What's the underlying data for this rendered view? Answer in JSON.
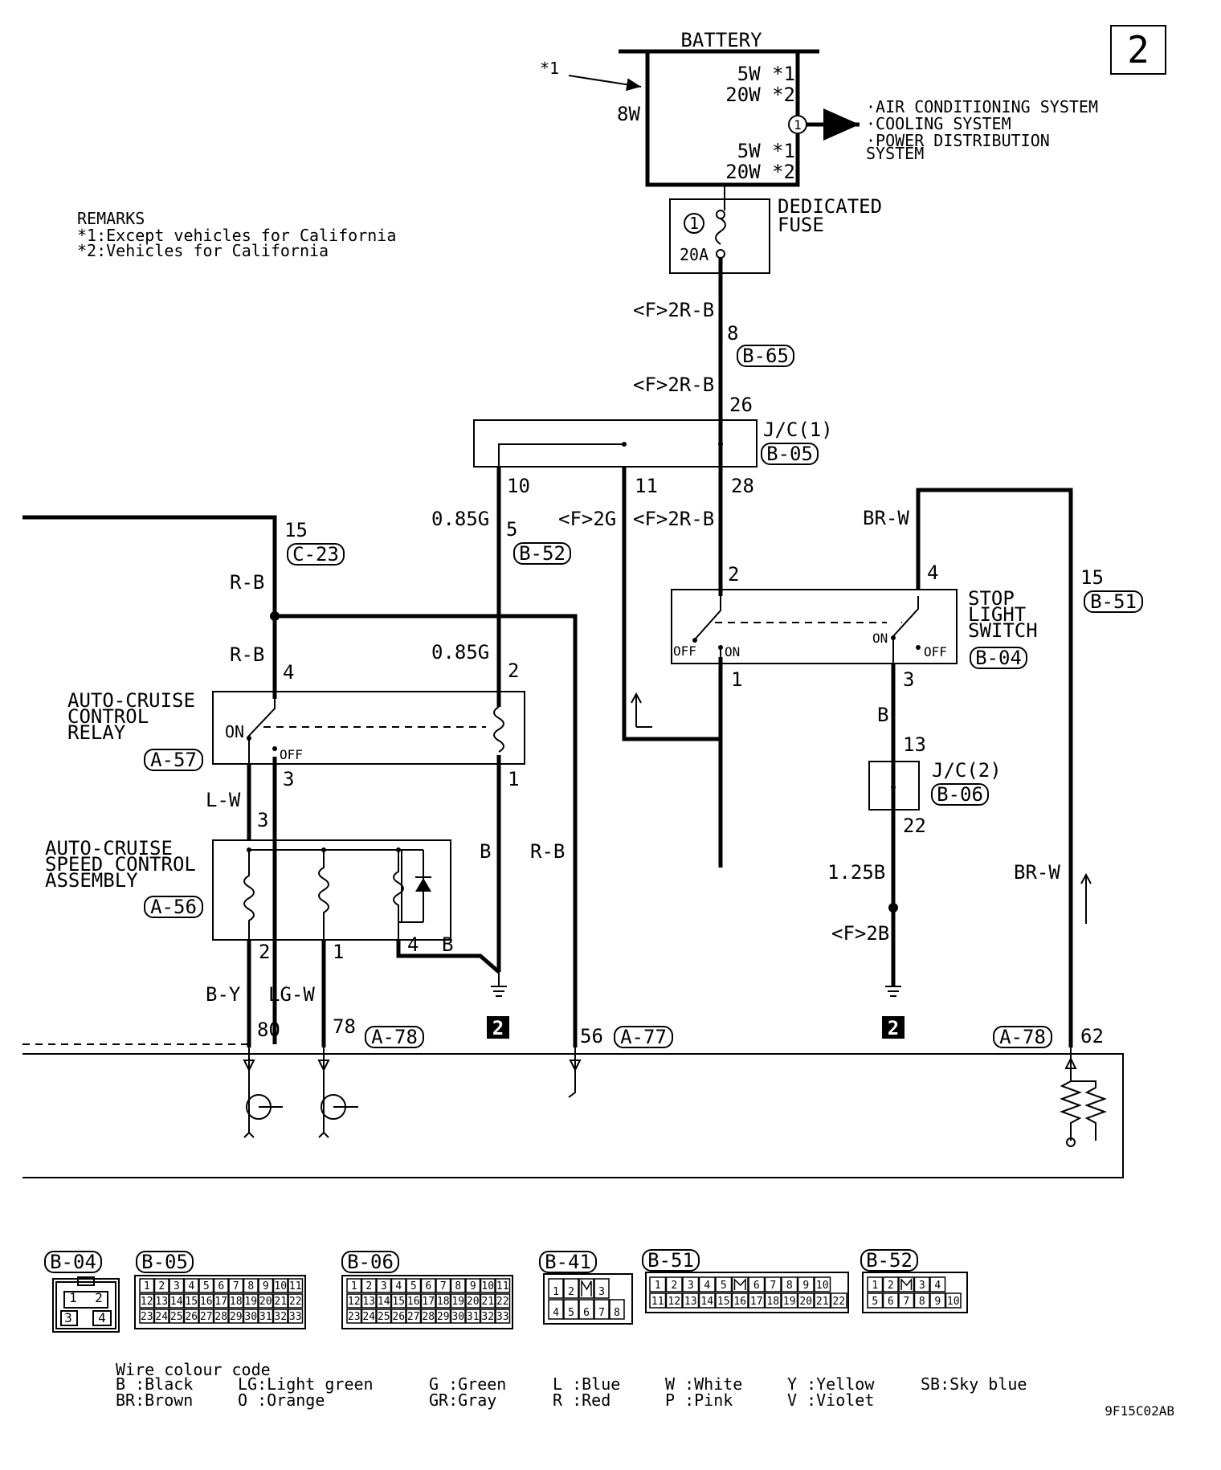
{
  "page_number": "2",
  "diagram_code": "9F15C02AB",
  "battery": {
    "label": "BATTERY",
    "star1": "*1",
    "wire_8w": "8W",
    "fusible_top": [
      "5W *1",
      "20W *2"
    ],
    "fusible_bottom": [
      "5W *1",
      "20W *2"
    ],
    "node_1": "1"
  },
  "destinations": [
    "·AIR CONDITIONING SYSTEM",
    "·COOLING SYSTEM",
    "·POWER DISTRIBUTION",
    " SYSTEM"
  ],
  "remarks": {
    "title": "REMARKS",
    "lines": [
      "*1:Except vehicles for California",
      "*2:Vehicles for California"
    ]
  },
  "dedicated_fuse": {
    "label": [
      "DEDICATED",
      "FUSE"
    ],
    "number": "1",
    "rating": "20A"
  },
  "connectors": {
    "B65": "B-65",
    "B05": "B-05",
    "B52": "B-52",
    "C23": "C-23",
    "B04": "B-04",
    "B06": "B-06",
    "B51": "B-51",
    "A57": "A-57",
    "A56": "A-56",
    "A78": "A-78",
    "A77": "A-77"
  },
  "jc1": "J/C(1)",
  "jc2": "J/C(2)",
  "wires": {
    "f2rb": "<F>2R-B",
    "f2g": "<F>2G",
    "g085": "0.85G",
    "rb": "R-B",
    "lw": "L-W",
    "by": "B-Y",
    "lgw": "LG-W",
    "b": "B",
    "brw": "BR-W",
    "b125": "1.25B",
    "f2b": "<F>2B"
  },
  "pins": {
    "p8": "8",
    "p26": "26",
    "p10": "10",
    "p11": "11",
    "p28": "28",
    "p15": "15",
    "p5": "5",
    "p2": "2",
    "p4": "4",
    "p1": "1",
    "p3": "3",
    "p13": "13",
    "p22": "22",
    "p80": "80",
    "p78": "78",
    "p56": "56",
    "p62": "62"
  },
  "components": {
    "relay": [
      "AUTO-CRUISE",
      "CONTROL",
      "RELAY"
    ],
    "assembly": [
      "AUTO-CRUISE",
      "SPEED CONTROL",
      "ASSEMBLY"
    ],
    "stop_switch": [
      "STOP",
      "LIGHT",
      "SWITCH"
    ],
    "on": "ON",
    "off": "OFF"
  },
  "ground_marker": "2",
  "connector_views": [
    {
      "id": "B-04",
      "rows": [
        [
          "1",
          "2"
        ],
        [
          "3",
          "4"
        ]
      ]
    },
    {
      "id": "B-05",
      "rows": [
        [
          "1",
          "2",
          "3",
          "4",
          "5",
          "6",
          "7",
          "8",
          "9",
          "10",
          "11"
        ],
        [
          "12",
          "13",
          "14",
          "15",
          "16",
          "17",
          "18",
          "19",
          "20",
          "21",
          "22"
        ],
        [
          "23",
          "24",
          "25",
          "26",
          "27",
          "28",
          "29",
          "30",
          "31",
          "32",
          "33"
        ]
      ]
    },
    {
      "id": "B-06",
      "rows": [
        [
          "1",
          "2",
          "3",
          "4",
          "5",
          "6",
          "7",
          "8",
          "9",
          "10",
          "11"
        ],
        [
          "12",
          "13",
          "14",
          "15",
          "16",
          "17",
          "18",
          "19",
          "20",
          "21",
          "22"
        ],
        [
          "23",
          "24",
          "25",
          "26",
          "27",
          "28",
          "29",
          "30",
          "31",
          "32",
          "33"
        ]
      ]
    },
    {
      "id": "B-41",
      "rows": [
        [
          "1",
          "2",
          "",
          "3"
        ],
        [
          "4",
          "5",
          "6",
          "7",
          "8"
        ]
      ]
    },
    {
      "id": "B-51",
      "rows": [
        [
          "1",
          "2",
          "3",
          "4",
          "5",
          "",
          "6",
          "7",
          "8",
          "9",
          "10"
        ],
        [
          "11",
          "12",
          "13",
          "14",
          "15",
          "16",
          "17",
          "18",
          "19",
          "20",
          "21",
          "22"
        ]
      ]
    },
    {
      "id": "B-52",
      "rows": [
        [
          "1",
          "2",
          "",
          "3",
          "4"
        ],
        [
          "5",
          "6",
          "7",
          "8",
          "9",
          "10"
        ]
      ]
    }
  ],
  "wire_colour_code": {
    "title": "Wire colour code",
    "entries": [
      "B :Black",
      "BR:Brown",
      "LG:Light green",
      "O :Orange",
      "G :Green",
      "GR:Gray",
      "L :Blue",
      "R :Red",
      "W :White",
      "P :Pink",
      "Y :Yellow",
      "V :Violet",
      "SB:Sky blue"
    ]
  }
}
